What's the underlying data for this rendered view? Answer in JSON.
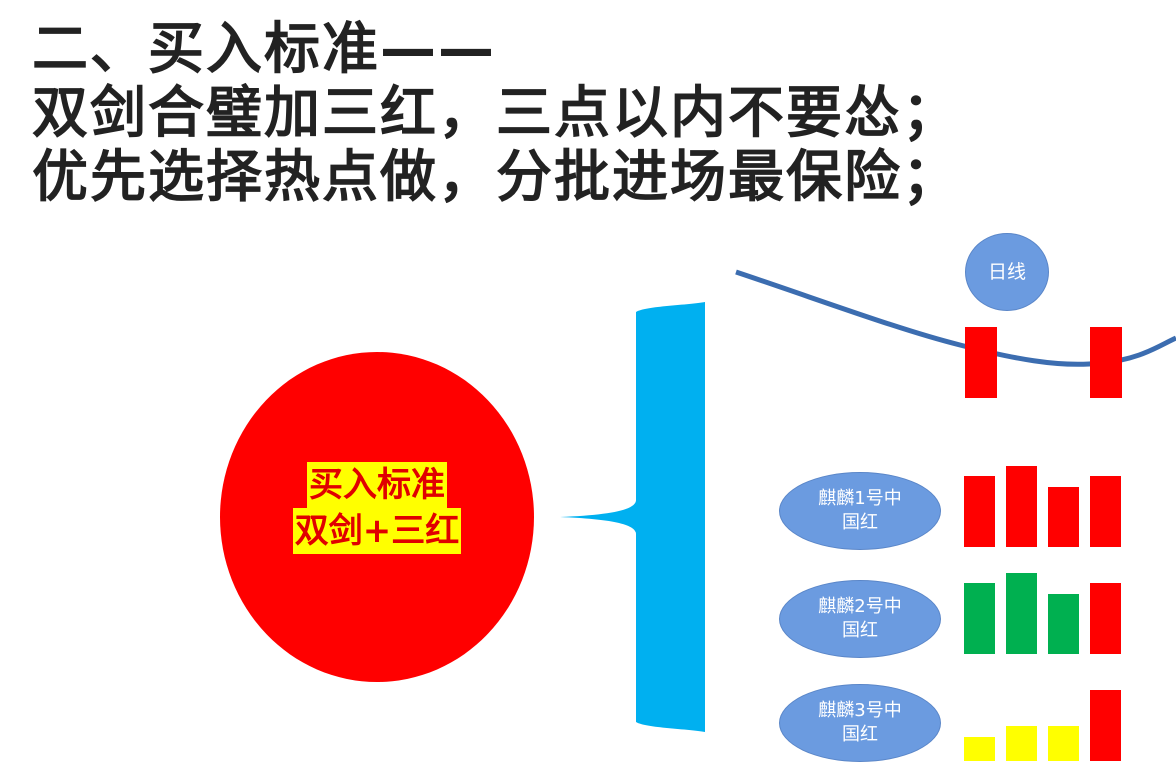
{
  "title": {
    "line1": "二、买入标准——",
    "line2": "双剑合璧加三红，三点以内不要怂；",
    "line3": "优先选择热点做，分批进场最保险；"
  },
  "circle": {
    "line1": "买入标准",
    "line2": "双剑+三红"
  },
  "daily": {
    "label": "日线"
  },
  "groups": [
    {
      "line1": "麒麟1号中",
      "line2": "国红",
      "bar_colors": [
        "#ff0000",
        "#ff0000",
        "#ff0000",
        "#ff0000"
      ]
    },
    {
      "line1": "麒麟2号中",
      "line2": "国红",
      "bar_colors": [
        "#00b050",
        "#00b050",
        "#00b050",
        "#ff0000"
      ]
    },
    {
      "line1": "麒麟3号中",
      "line2": "国红",
      "bar_colors": [
        "#ffff00",
        "#ffff00",
        "#ffff00",
        "#ff0000"
      ]
    }
  ],
  "colors": {
    "circle": "#ff0000",
    "highlight": "#ffff00",
    "brace": "#00b0f0",
    "curve": "#3c6db0",
    "oval": "#6b9be0"
  }
}
